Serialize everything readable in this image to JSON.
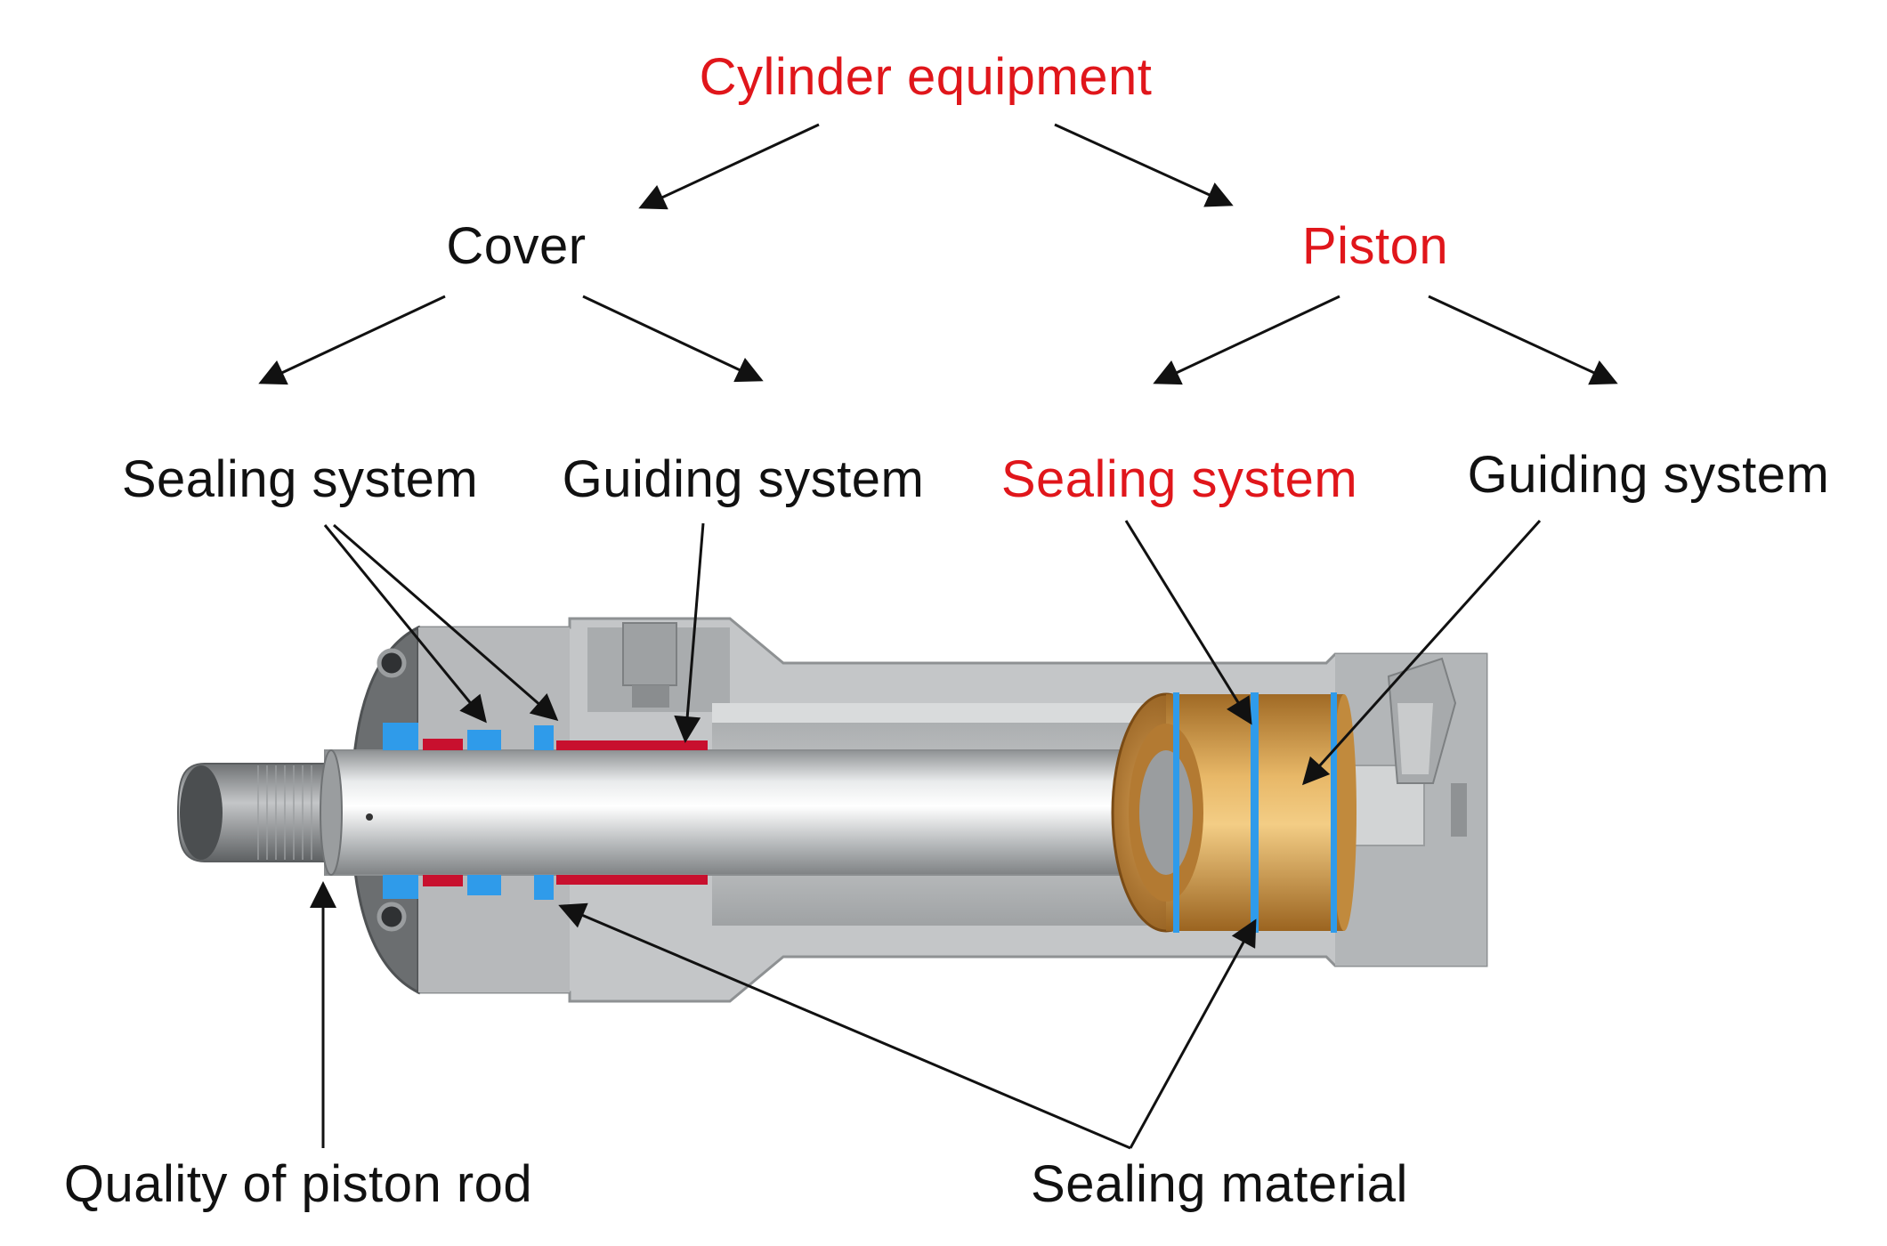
{
  "title": "Cylinder equipment",
  "colors": {
    "highlight": "#e0161b",
    "text": "#111111",
    "body_metal": "#b9bbbd",
    "seal_blue": "#2f9bea",
    "seal_red": "#c8102e",
    "piston_bronze": "#d19a4a"
  },
  "branches": {
    "cover": {
      "label": "Cover",
      "sealing_system": "Sealing system",
      "guiding_system": "Guiding system"
    },
    "piston": {
      "label": "Piston",
      "sealing_system": "Sealing system",
      "guiding_system": "Guiding system"
    }
  },
  "callouts": {
    "piston_rod": "Quality of piston rod",
    "sealing_material": "Sealing material"
  }
}
